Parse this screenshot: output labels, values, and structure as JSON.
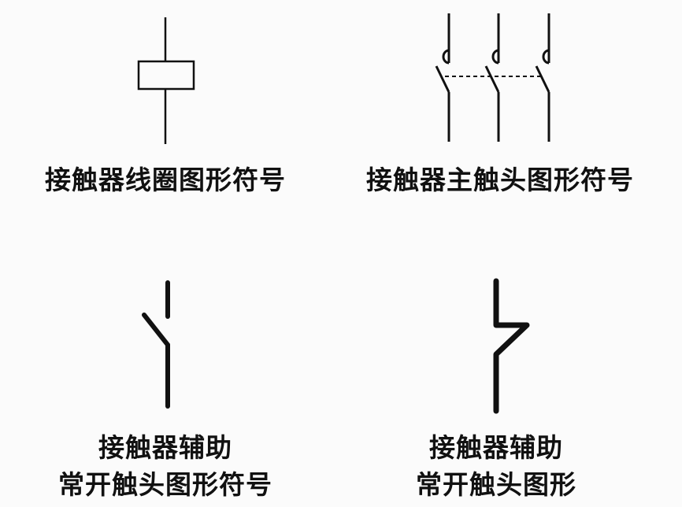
{
  "colors": {
    "background": "#fbfbfb",
    "stroke": "#111111"
  },
  "symbols": [
    {
      "id": "coil",
      "caption": "接触器线圈图形符号"
    },
    {
      "id": "main-contacts",
      "caption": "接触器主触头图形符号"
    },
    {
      "id": "aux-no",
      "caption_line1": "接触器辅助",
      "caption_line2": "常开触头图形符号"
    },
    {
      "id": "aux-nc",
      "caption_line1": "接触器辅助",
      "caption_line2": "常开触头图形"
    }
  ]
}
